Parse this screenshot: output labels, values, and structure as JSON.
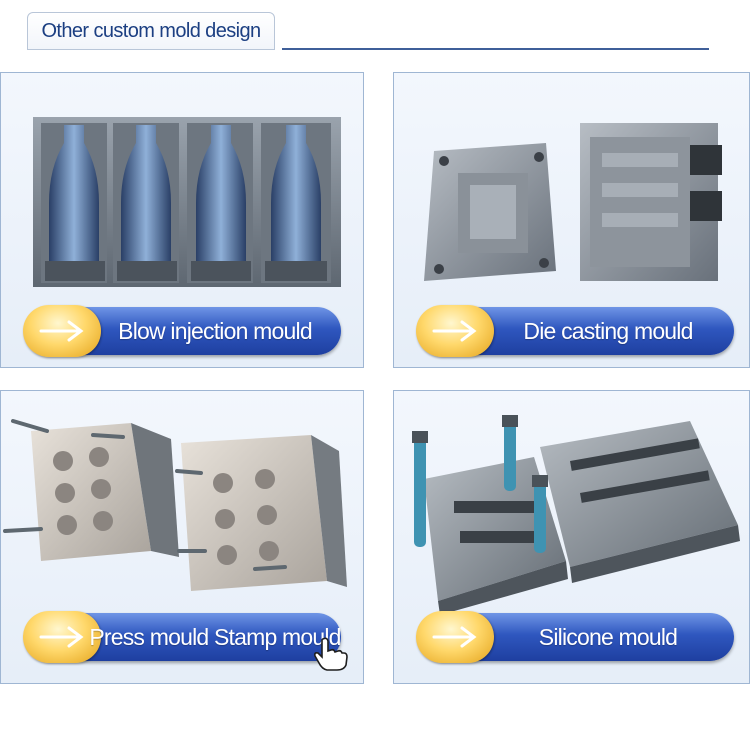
{
  "header": {
    "title": "Other custom mold design"
  },
  "cards": [
    {
      "label": "Blow injection mould"
    },
    {
      "label": "Die casting mould"
    },
    {
      "label": "Press mould Stamp mould"
    },
    {
      "label": "Silicone mould"
    }
  ],
  "colors": {
    "accent": "#2f57bf",
    "header_text": "#1c3f82",
    "arrow_ball": "#ffd86b"
  },
  "icons": {
    "arrow": "arrow-right-icon",
    "cursor": "hand-pointer-icon"
  }
}
